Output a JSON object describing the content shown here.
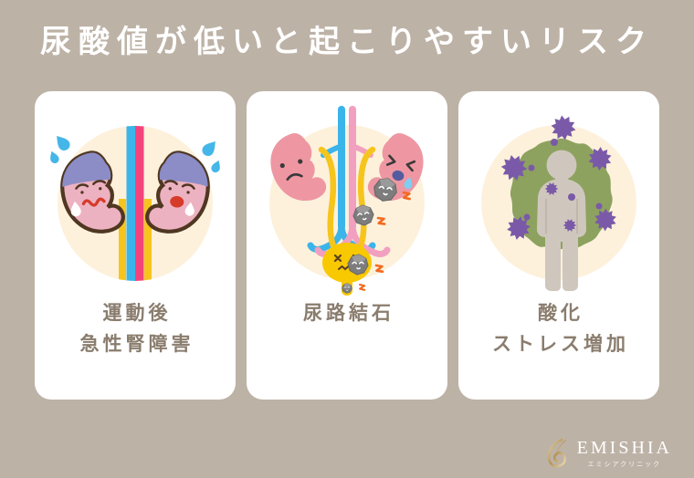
{
  "page": {
    "title": "尿酸値が低いと起こりやすいリスク",
    "background_color": "#bdb2a6",
    "title_color": "#ffffff"
  },
  "cards": [
    {
      "id": "post-exercise-acute-kidney-injury",
      "illustration": "crying-kidneys-icon",
      "label_lines": [
        "運動後",
        "急性腎障害"
      ]
    },
    {
      "id": "urinary-tract-stones",
      "illustration": "urinary-tract-with-stones-icon",
      "label_lines": [
        "尿路結石"
      ]
    },
    {
      "id": "oxidative-stress-increase",
      "illustration": "body-with-free-radicals-icon",
      "label_lines": [
        "酸化",
        "ストレス増加"
      ]
    }
  ],
  "footer": {
    "brand_name": "EMISHIA",
    "brand_subtitle": "エミシアクリニック",
    "brand_icon": "gold-leaf-swirl-icon"
  },
  "colors": {
    "background": "#bdb2a6",
    "card_background": "#ffffff",
    "label_text": "#8a7d6e",
    "circle_cream": "#fdf1dc",
    "kidney_pink_light": "#edb2c1",
    "kidney_purple": "#8c8dc6",
    "kidney_outline_brown": "#4f3722",
    "kidney_pink_flat": "#ee97a3",
    "vessel_blue": "#3bb4e9",
    "vessel_red_pink": "#f4437c",
    "vessel_soft_pink": "#f2a0bf",
    "ureter_yellow": "#f6c51d",
    "bladder_yellow": "#f8c800",
    "stone_gray": "#7d7d7d",
    "lightning_orange": "#f26a21",
    "blob_green": "#8da25f",
    "virus_purple": "#7a5aa8",
    "body_gray": "#cfc7bd",
    "logo_gold": "#c9ab62"
  }
}
